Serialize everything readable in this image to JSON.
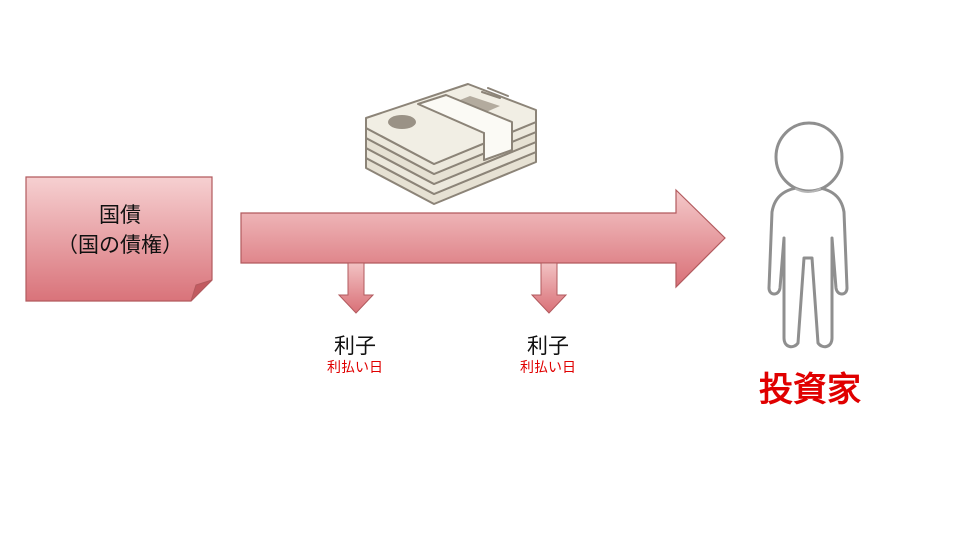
{
  "bond": {
    "title": "国債",
    "subtitle": "（国の債権）"
  },
  "interest_payments": [
    {
      "label": "利子",
      "sub_label": "利払い日"
    },
    {
      "label": "利子",
      "sub_label": "利払い日"
    }
  ],
  "investor": {
    "label": "投資家"
  },
  "icons": {
    "money": "banknote-bundle-icon",
    "person": "person-icon"
  },
  "colors": {
    "arrow_top": "#f3c6c6",
    "arrow_bottom": "#d9737a",
    "arrow_stroke": "#b25a5e",
    "accent_red": "#e00000",
    "bill_base": "#eeeadf",
    "bill_detail": "#8c8478",
    "person_stroke": "#8f8f8f"
  }
}
